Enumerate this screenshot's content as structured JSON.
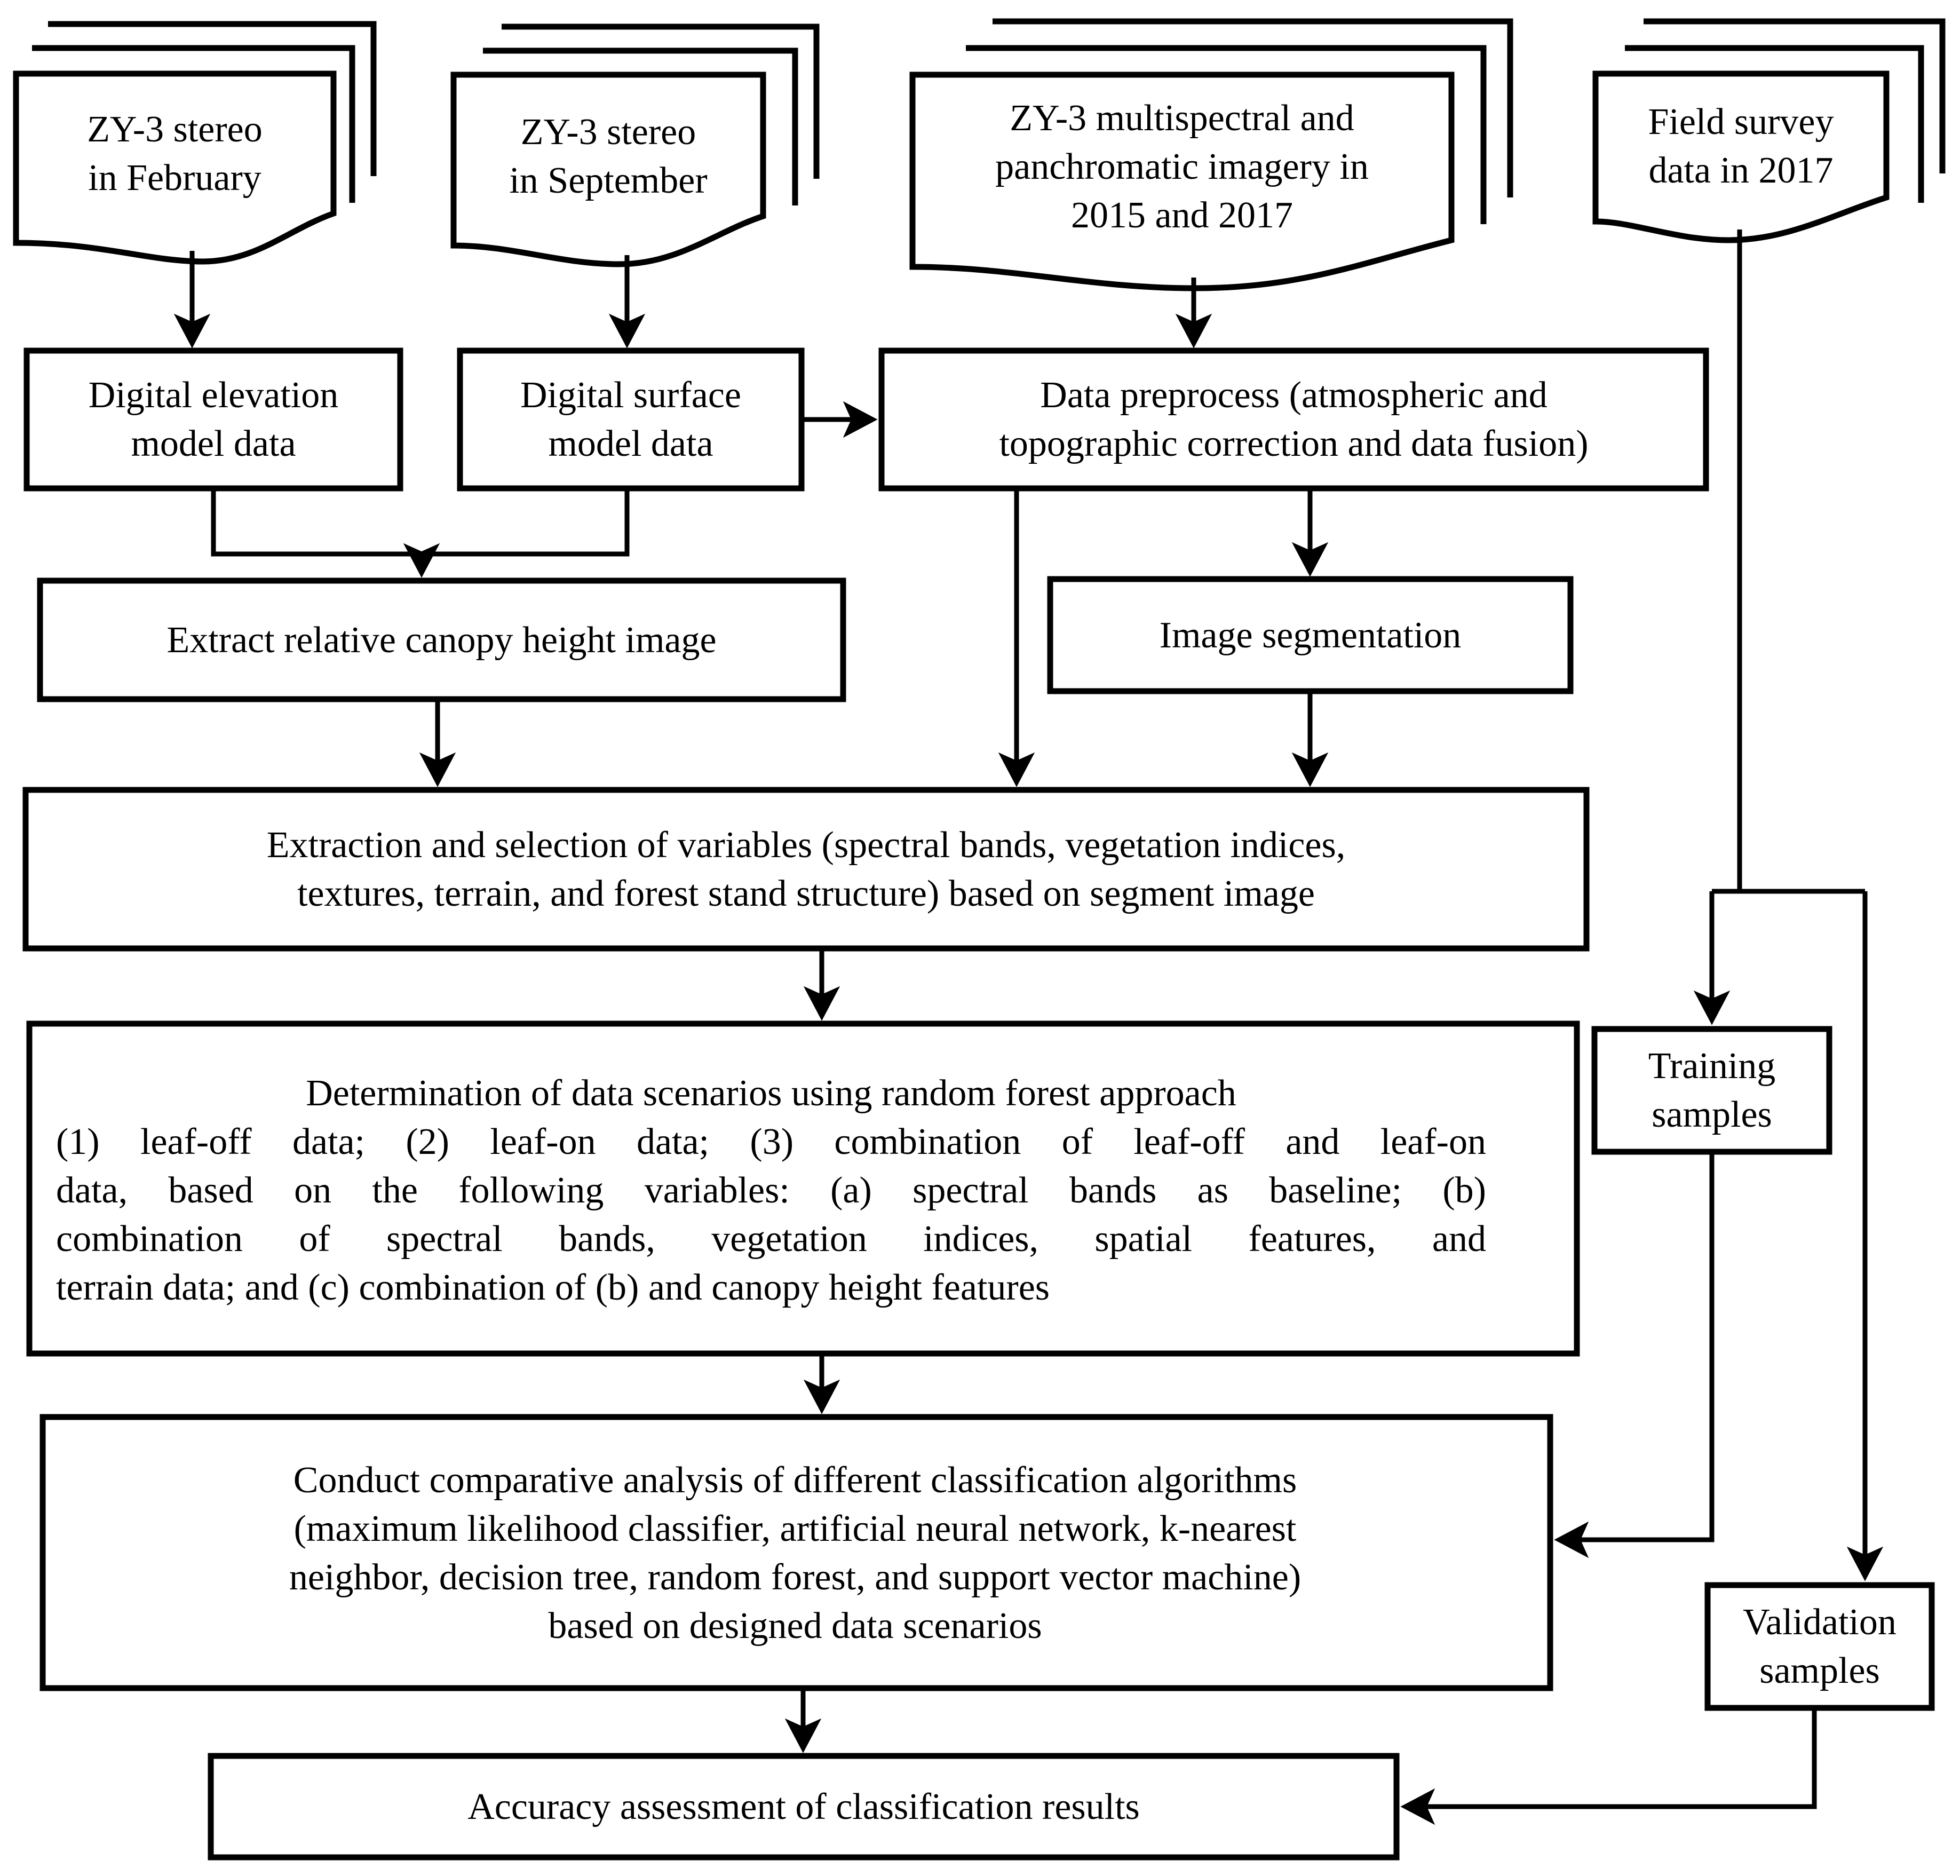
{
  "diagram": {
    "type": "flowchart",
    "title": "Forest classification workflow using ZY-3 imagery",
    "background_color": "#ffffff",
    "stroke_color": "#000000"
  },
  "sources": [
    {
      "id": "src-zy3-feb",
      "shape": "document-stack",
      "lines": [
        "ZY-3 stereo",
        "in February"
      ]
    },
    {
      "id": "src-zy3-sep",
      "shape": "document-stack",
      "lines": [
        "ZY-3 stereo",
        "in September"
      ]
    },
    {
      "id": "src-zy3-ms-pan",
      "shape": "document-stack",
      "lines": [
        "ZY-3 multispectral and",
        "panchromatic imagery in",
        "2015 and 2017"
      ]
    },
    {
      "id": "src-field-survey",
      "shape": "document-stack",
      "lines": [
        "Field survey",
        "data in 2017"
      ]
    }
  ],
  "process_nodes": [
    {
      "id": "node-dem",
      "shape": "rectangle",
      "lines": [
        "Digital elevation",
        "model data"
      ]
    },
    {
      "id": "node-dsm",
      "shape": "rectangle",
      "lines": [
        "Digital surface",
        "model data"
      ]
    },
    {
      "id": "node-preprocess",
      "shape": "rectangle",
      "lines": [
        "Data preprocess (atmospheric and",
        "topographic correction and data fusion)"
      ]
    },
    {
      "id": "node-canopy-height",
      "shape": "rectangle",
      "lines": [
        "Extract relative canopy height image"
      ]
    },
    {
      "id": "node-segmentation",
      "shape": "rectangle",
      "lines": [
        "Image segmentation"
      ]
    },
    {
      "id": "node-variable-extraction",
      "shape": "rectangle",
      "lines": [
        "Extraction and selection of variables (spectral bands, vegetation indices,",
        "textures, terrain, and forest stand structure) based on segment image"
      ]
    },
    {
      "id": "node-data-scenarios",
      "shape": "rectangle",
      "lines": [
        "Determination of data scenarios using random forest approach",
        "(1) leaf-off data; (2) leaf-on data; (3) combination of leaf-off and leaf-on",
        "data, based on the following variables: (a) spectral bands as baseline; (b)",
        "combination of spectral bands, vegetation indices, spatial features, and",
        "terrain data; and (c) combination of (b) and canopy height features"
      ]
    },
    {
      "id": "node-comparative-analysis",
      "shape": "rectangle",
      "lines": [
        "Conduct comparative analysis of different classification algorithms",
        "(maximum likelihood classifier, artificial neural network, k-nearest",
        "neighbor, decision tree, random forest, and support vector machine)",
        "based on designed data scenarios"
      ]
    },
    {
      "id": "node-training-samples",
      "shape": "rectangle",
      "lines": [
        "Training",
        "samples"
      ]
    },
    {
      "id": "node-validation-samples",
      "shape": "rectangle",
      "lines": [
        "Validation",
        "samples"
      ]
    },
    {
      "id": "node-accuracy-assessment",
      "shape": "rectangle",
      "lines": [
        "Accuracy assessment of classification results"
      ]
    }
  ],
  "edges": [
    {
      "id": "edge-feb-to-dem",
      "from": "src-zy3-feb",
      "to": "node-dem"
    },
    {
      "id": "edge-sep-to-dsm",
      "from": "src-zy3-sep",
      "to": "node-dsm"
    },
    {
      "id": "edge-mspan-to-preprocess",
      "from": "src-zy3-ms-pan",
      "to": "node-preprocess"
    },
    {
      "id": "edge-dsm-to-preprocess",
      "from": "node-dsm",
      "to": "node-preprocess"
    },
    {
      "id": "edge-dem-dsm-to-canopy",
      "from": "node-dem, node-dsm",
      "to": "node-canopy-height"
    },
    {
      "id": "edge-preprocess-to-segment",
      "from": "node-preprocess",
      "to": "node-segmentation"
    },
    {
      "id": "edge-preprocess-to-variables",
      "from": "node-preprocess",
      "to": "node-variable-extraction"
    },
    {
      "id": "edge-canopy-to-variables",
      "from": "node-canopy-height",
      "to": "node-variable-extraction"
    },
    {
      "id": "edge-segment-to-variables",
      "from": "node-segmentation",
      "to": "node-variable-extraction"
    },
    {
      "id": "edge-variables-to-scenarios",
      "from": "node-variable-extraction",
      "to": "node-data-scenarios"
    },
    {
      "id": "edge-scenarios-to-analysis",
      "from": "node-data-scenarios",
      "to": "node-comparative-analysis"
    },
    {
      "id": "edge-field-to-training",
      "from": "src-field-survey",
      "to": "node-training-samples"
    },
    {
      "id": "edge-field-to-validation",
      "from": "src-field-survey",
      "to": "node-validation-samples"
    },
    {
      "id": "edge-training-to-analysis",
      "from": "node-training-samples",
      "to": "node-comparative-analysis"
    },
    {
      "id": "edge-analysis-to-accuracy",
      "from": "node-comparative-analysis",
      "to": "node-accuracy-assessment"
    },
    {
      "id": "edge-validation-to-accuracy",
      "from": "node-validation-samples",
      "to": "node-accuracy-assessment"
    }
  ]
}
